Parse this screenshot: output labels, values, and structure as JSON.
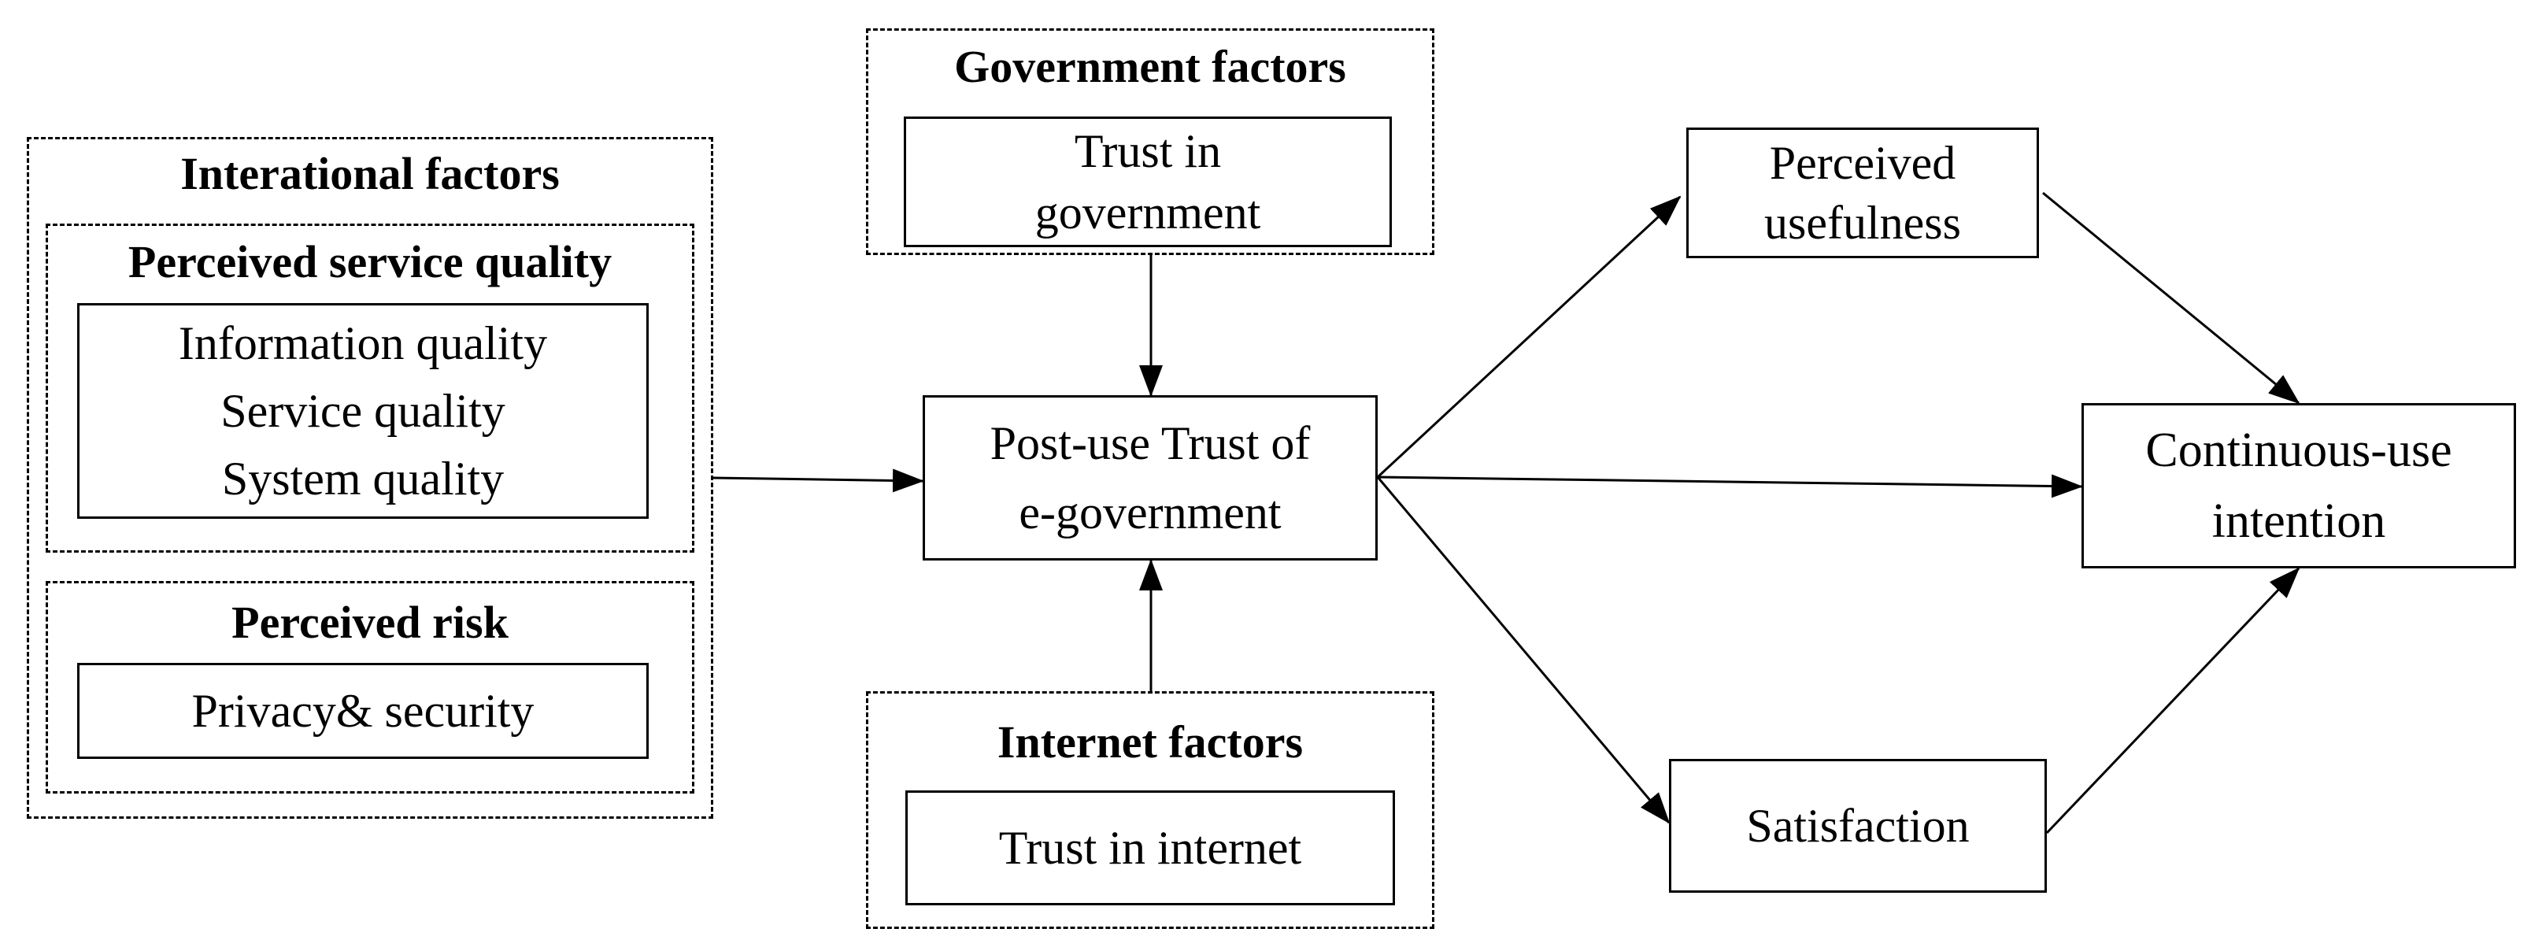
{
  "groups": {
    "interational": {
      "title": "Interational factors",
      "service_quality": {
        "title": "Perceived service quality",
        "items": [
          "Information quality",
          "Service quality",
          "System quality"
        ]
      },
      "risk": {
        "title": "Perceived risk",
        "items": [
          "Privacy& security"
        ]
      }
    },
    "government": {
      "title": "Government factors",
      "items": [
        "Trust in",
        "government"
      ]
    },
    "internet": {
      "title": "Internet factors",
      "items": [
        "Trust in internet"
      ]
    }
  },
  "nodes": {
    "post_use_trust": [
      "Post-use Trust of",
      "e-government"
    ],
    "perceived_usefulness": [
      "Perceived",
      "usefulness"
    ],
    "satisfaction": [
      "Satisfaction"
    ],
    "continuous_use": [
      "Continuous-use",
      "intention"
    ]
  },
  "edges": [
    {
      "from": "Interational factors",
      "to": "Post-use Trust of e-government"
    },
    {
      "from": "Government factors",
      "to": "Post-use Trust of e-government"
    },
    {
      "from": "Internet factors",
      "to": "Post-use Trust of e-government"
    },
    {
      "from": "Post-use Trust of e-government",
      "to": "Perceived usefulness"
    },
    {
      "from": "Post-use Trust of e-government",
      "to": "Continuous-use intention"
    },
    {
      "from": "Post-use Trust of e-government",
      "to": "Satisfaction"
    },
    {
      "from": "Perceived usefulness",
      "to": "Continuous-use intention"
    },
    {
      "from": "Satisfaction",
      "to": "Continuous-use intention"
    }
  ]
}
